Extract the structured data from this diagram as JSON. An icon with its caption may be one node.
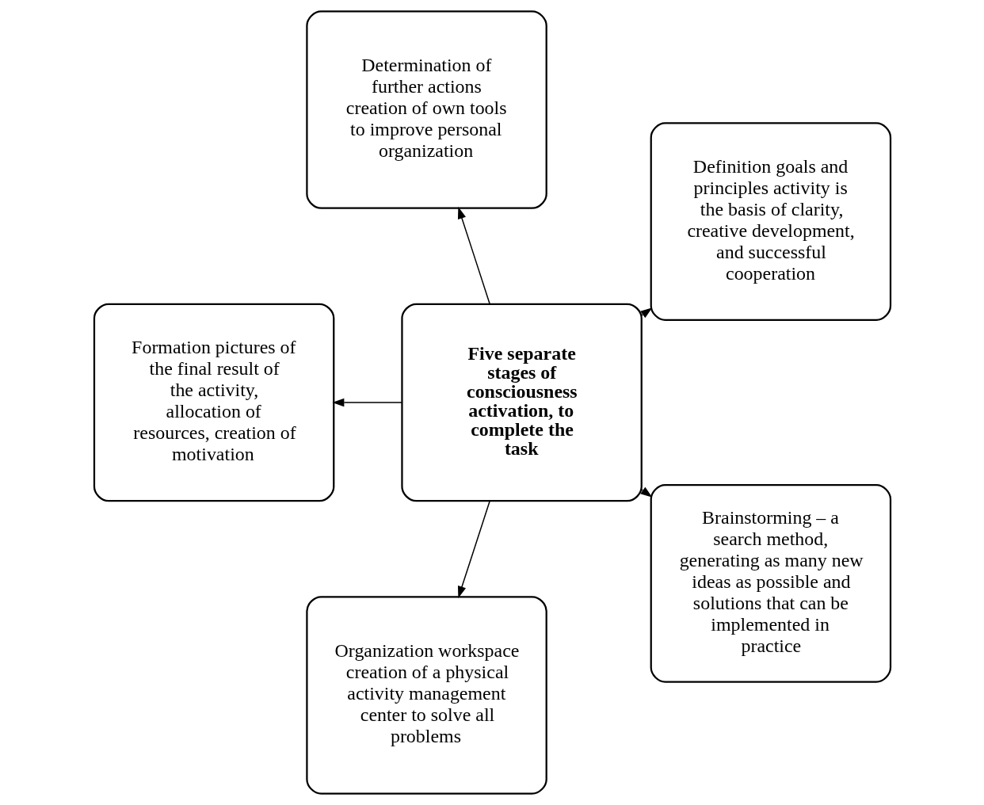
{
  "diagram": {
    "nodes": [
      {
        "text": [
          "Definition goals and principles activity is the basis of clarity, creative development, and successful cooperation"
        ]
      },
      {
        "text": [
          "Determination of further actions creation of own tools to improve personal organization"
        ]
      },
      {
        "text": [
          "Formation pictures of the final result of the activity, allocation of resources, creation of motivation"
        ]
      },
      {
        "text": [
          "Five separate stages of consciousness activation, to complete the task"
        ]
      },
      {
        "text": [
          "Organization workspace creation of a physical activity management center to solve all problems"
        ]
      },
      {
        "text": [
          "Brainstorming – a search method, generating as many new ideas as possible and solutions that can be implemented in practice"
        ]
      }
    ],
    "edges": [
      {
        "from": 3,
        "to": 0,
        "arrow": "to"
      },
      {
        "from": 3,
        "to": 1,
        "arrow": "to"
      },
      {
        "from": 3,
        "to": 2,
        "arrow": "to"
      },
      {
        "from": 3,
        "to": 4,
        "arrow": "to"
      },
      {
        "from": 3,
        "to": 5,
        "arrow": "to"
      }
    ]
  }
}
